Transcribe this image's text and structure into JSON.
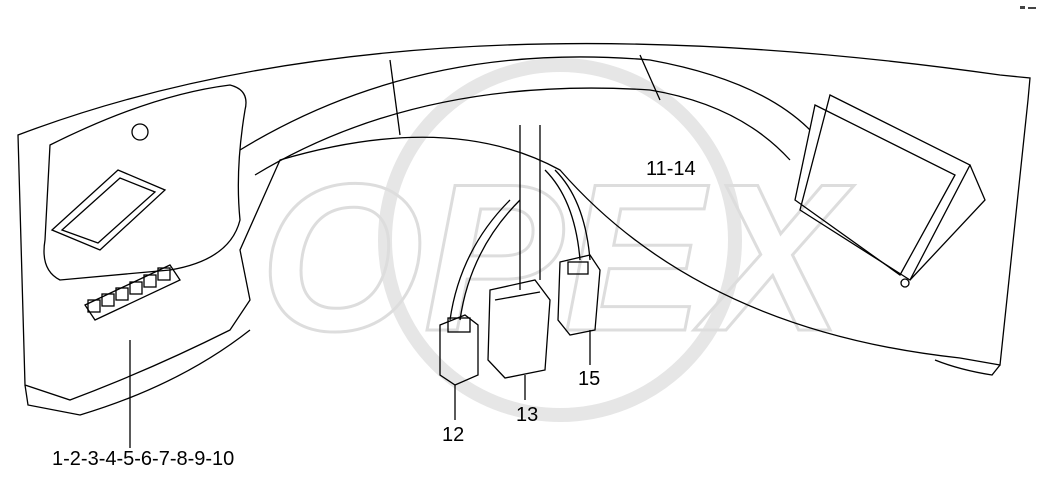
{
  "diagram": {
    "watermark": "OPEX",
    "watermark_color": "#e2e2e2",
    "line_color": "#000000",
    "labels": {
      "switches": "1-2-3-4-5-6-7-8-9-10",
      "harness": "11-14",
      "connector_12": "12",
      "connector_13": "13",
      "connector_15": "15"
    }
  }
}
